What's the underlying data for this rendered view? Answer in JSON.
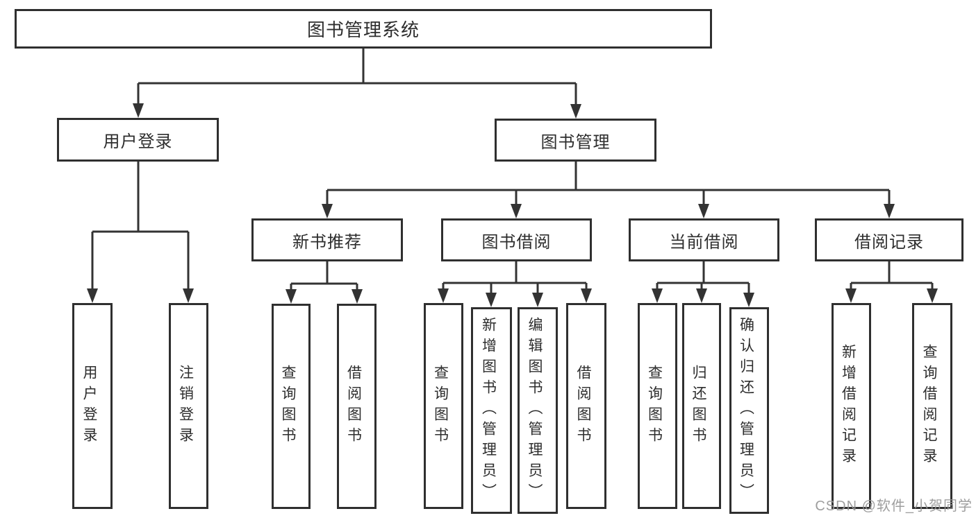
{
  "diagram": {
    "root": {
      "label": "图书管理系统"
    },
    "level1": [
      {
        "label": "用户登录"
      },
      {
        "label": "图书管理"
      }
    ],
    "level2": [
      {
        "label": "新书推荐"
      },
      {
        "label": "图书借阅"
      },
      {
        "label": "当前借阅"
      },
      {
        "label": "借阅记录"
      }
    ],
    "leaf_groups": [
      {
        "under": "用户登录",
        "items": [
          "用户登录",
          "注销登录"
        ]
      },
      {
        "under": "新书推荐",
        "items": [
          "查询图书",
          "借阅图书"
        ]
      },
      {
        "under": "图书借阅",
        "items": [
          "查询图书",
          "新增图书（管理员）",
          "编辑图书（管理员）",
          "借阅图书"
        ]
      },
      {
        "under": "当前借阅",
        "items": [
          "查询图书",
          "归还图书",
          "确认归还（管理员）"
        ]
      },
      {
        "under": "借阅记录",
        "items": [
          "新增借阅记录",
          "查询借阅记录"
        ]
      }
    ],
    "watermark": "CSDN @软件_小贺同学",
    "colors": {
      "line": "#333333",
      "box_border": "#2f2f2f",
      "text": "#2d2d2d",
      "watermark": "#969696",
      "background": "#ffffff"
    }
  }
}
